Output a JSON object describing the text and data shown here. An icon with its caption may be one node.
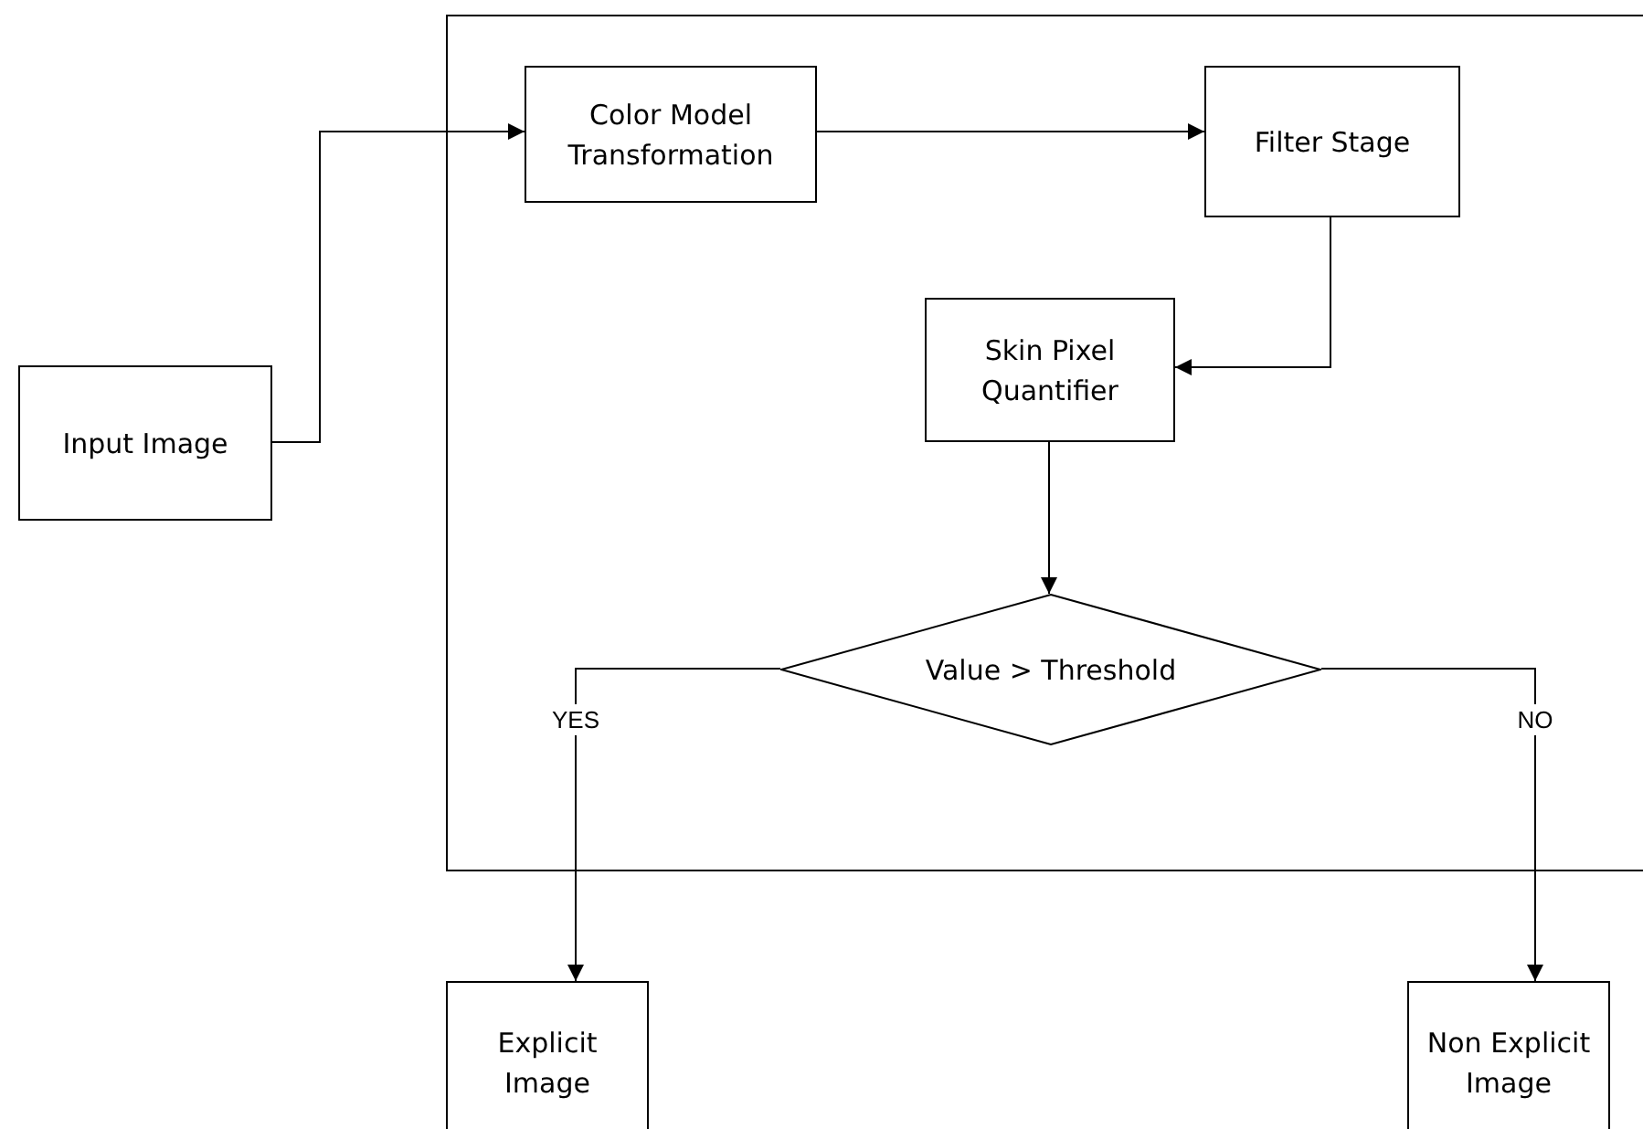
{
  "diagram": {
    "nodes": [
      {
        "text": [],
        "shape": "box"
      },
      {
        "text": [
          "Input Image"
        ]
      },
      {
        "text": [
          "Color Model Transformation"
        ],
        "in": 0
      },
      {
        "text": [
          "Filter Stage"
        ],
        "in": 0
      },
      {
        "text": [
          "Skin Pixel Quantifier"
        ],
        "in": 0
      },
      {
        "text": [
          "Value > Threshold"
        ],
        "in": 0
      },
      {
        "text": [
          "Explicit Image"
        ]
      },
      {
        "text": [
          "Non Explicit Image"
        ]
      }
    ],
    "edges": [
      {
        "from": 1,
        "to": 2,
        "arrow": "to"
      },
      {
        "from": 2,
        "to": 3,
        "arrow": "to"
      },
      {
        "from": 3,
        "to": 4,
        "arrow": "to"
      },
      {
        "from": 4,
        "to": 5,
        "arrow": "to"
      },
      {
        "from": 5,
        "to": 6,
        "arrow": "to",
        "label": "YES"
      },
      {
        "from": 5,
        "to": 7,
        "arrow": "to",
        "label": "NO"
      }
    ]
  }
}
